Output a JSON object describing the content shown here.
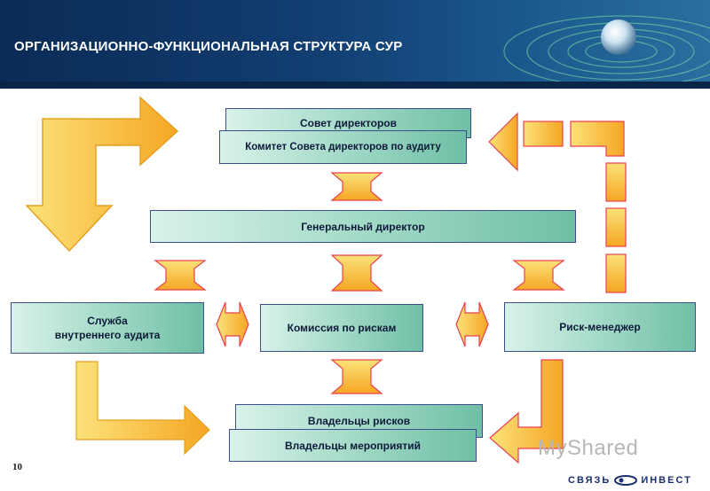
{
  "header": {
    "title": "ОРГАНИЗАЦИОННО-ФУНКЦИОНАЛЬНАЯ СТРУКТУРА СУР"
  },
  "boxes": {
    "board": "Совет директоров",
    "audit_committee": "Комитет Совета директоров по аудиту",
    "ceo": "Генеральный директор",
    "internal_audit": "Служба\nвнутреннего аудита",
    "risk_commission": "Комиссия по рискам",
    "risk_manager": "Риск-менеджер",
    "risk_owners": "Владельцы рисков",
    "measure_owners": "Владельцы мероприятий"
  },
  "footer": {
    "page_number": "10",
    "logo_left": "СВЯЗЬ",
    "logo_right": "ИНВЕСТ",
    "watermark": "MyShared"
  },
  "colors": {
    "header_bg": "#0a2b55",
    "box_gradient_start": "#d9f2ea",
    "box_gradient_end": "#6fbfa6",
    "arrow_fill": "#f9c74f",
    "arrow_border": "#e8404f"
  }
}
